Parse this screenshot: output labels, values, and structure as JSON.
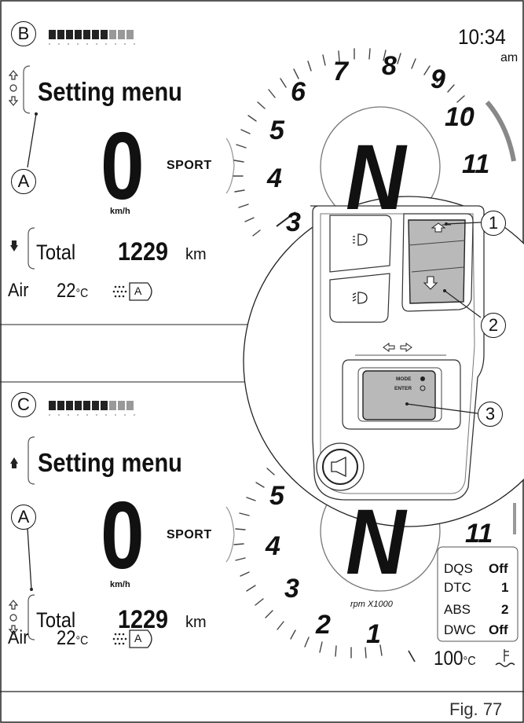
{
  "upper": {
    "label": "B",
    "menu": "Setting menu",
    "speed": "0",
    "speed_unit": "km/h",
    "mode": "SPORT",
    "odometer": {
      "label": "Total",
      "value": "1229",
      "unit": "km"
    },
    "air": {
      "label": "Air",
      "value": "22",
      "unit": "°C"
    },
    "gear": "N",
    "time": "10:34",
    "ampm": "am",
    "rpm_ticks": [
      "3",
      "4",
      "5",
      "6",
      "7",
      "8",
      "9",
      "10",
      "11"
    ],
    "callout": "A"
  },
  "lower": {
    "label": "C",
    "menu": "Setting menu",
    "speed": "0",
    "speed_unit": "km/h",
    "mode": "SPORT",
    "odometer": {
      "label": "Total",
      "value": "1229",
      "unit": "km"
    },
    "air": {
      "label": "Air",
      "value": "22",
      "unit": "°C"
    },
    "gear": "N",
    "rpm_ticks": [
      "1",
      "2",
      "3",
      "4",
      "5",
      "11"
    ],
    "rpm_label": "rpm X1000",
    "callout": "A",
    "status": [
      {
        "name": "DQS",
        "value": "Off"
      },
      {
        "name": "DTC",
        "value": "1"
      },
      {
        "name": "ABS",
        "value": "2"
      },
      {
        "name": "DWC",
        "value": "Off"
      }
    ],
    "engine_temp": {
      "value": "100",
      "unit": "°C"
    }
  },
  "switch": {
    "callouts": [
      "1",
      "2",
      "3"
    ],
    "mode_label": "MODE",
    "enter_label": "ENTER"
  },
  "figure_label": "Fig. 77"
}
